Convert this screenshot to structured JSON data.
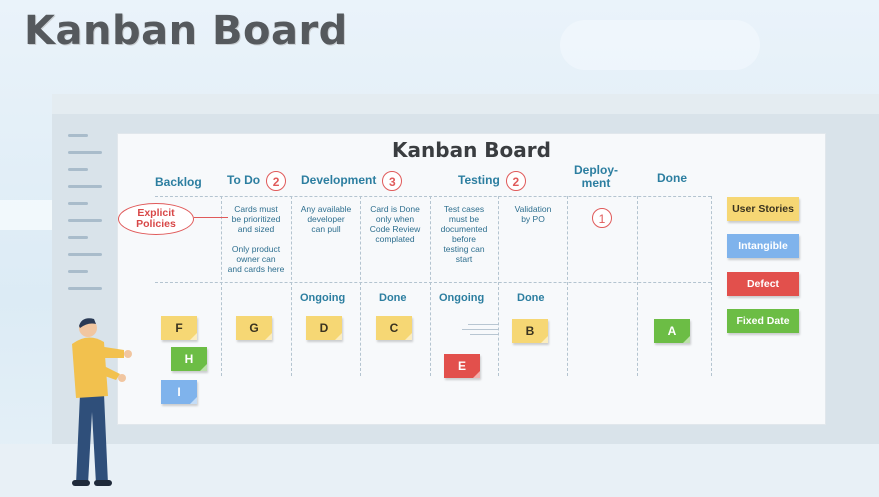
{
  "heading": "Kanban Board",
  "board": {
    "title": "Kanban Board",
    "columns": [
      {
        "label": "Backlog",
        "wip": ""
      },
      {
        "label": "To Do",
        "wip": "2"
      },
      {
        "label": "Development",
        "wip": "3"
      },
      {
        "label": "Testing",
        "wip": "2"
      },
      {
        "label": "Deploy-\nment",
        "wip": ""
      },
      {
        "label": "Done",
        "wip": ""
      }
    ],
    "explicit_policies_label": "Explicit\nPolicies",
    "policies": {
      "todo": "Cards must\nbe prioritized\nand sized\n\nOnly product\nowner can\nand cards here",
      "dev_ongoing": "Any available\ndeveloper\ncan pull",
      "dev_done": "Card is Done\nonly when\nCode Review\ncomplated",
      "test_ongoing": "Test cases\nmust be\ndocumented\nbefore\ntesting can\nstart",
      "test_done": "Validation\nby PO",
      "deploy_wip": "1"
    },
    "sub_columns": {
      "dev_ongoing": "Ongoing",
      "dev_done": "Done",
      "test_ongoing": "Ongoing",
      "test_done": "Done"
    },
    "cards": [
      {
        "id": "F",
        "type": "User Stories"
      },
      {
        "id": "H",
        "type": "Fixed Date"
      },
      {
        "id": "I",
        "type": "Intangible"
      },
      {
        "id": "G",
        "type": "User Stories"
      },
      {
        "id": "D",
        "type": "User Stories"
      },
      {
        "id": "C",
        "type": "User Stories"
      },
      {
        "id": "E",
        "type": "Defect"
      },
      {
        "id": "B",
        "type": "User Stories"
      },
      {
        "id": "A",
        "type": "Fixed Date"
      }
    ],
    "legend": [
      {
        "label": "User Stories",
        "color": "#f6d774",
        "text_color": "#3a3320"
      },
      {
        "label": "Intangible",
        "color": "#7fb3ec",
        "text_color": "#ffffff"
      },
      {
        "label": "Defect",
        "color": "#e2504c",
        "text_color": "#ffffff"
      },
      {
        "label": "Fixed Date",
        "color": "#6cbd45",
        "text_color": "#ffffff"
      }
    ]
  }
}
